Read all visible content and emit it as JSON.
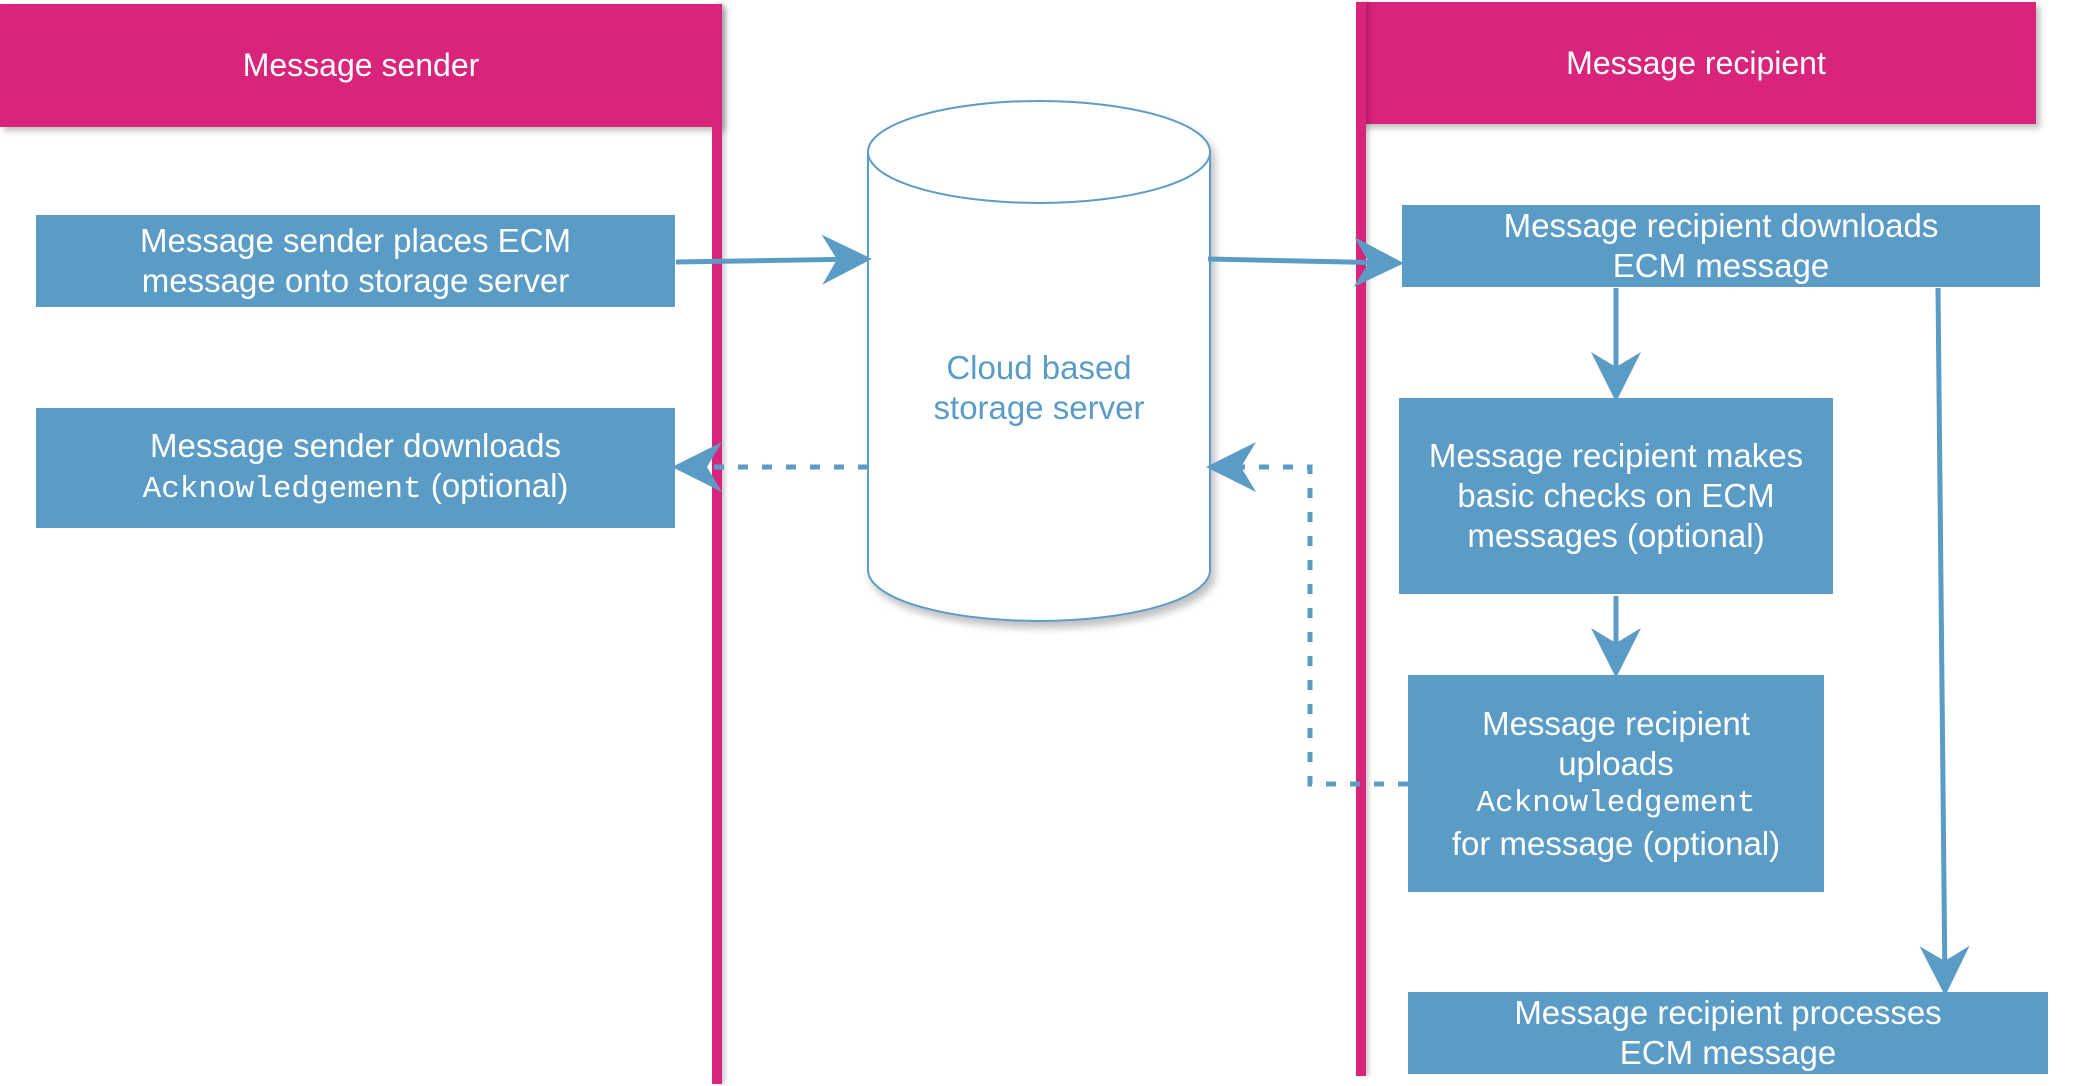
{
  "lanes": {
    "sender_title": "Message sender",
    "recipient_title": "Message recipient"
  },
  "storage": {
    "line1": "Cloud based",
    "line2": "storage server"
  },
  "sender_boxes": {
    "place": {
      "line1": "Message sender places ECM",
      "line2": "message onto storage server"
    },
    "download_ack": {
      "line1": "Message sender downloads",
      "code": "Acknowledgement",
      "suffix": " (optional)"
    }
  },
  "recipient_boxes": {
    "download": {
      "line1": "Message recipient downloads",
      "line2": "ECM message"
    },
    "checks": {
      "line1": "Message recipient makes",
      "line2": "basic checks on ECM",
      "line3": "messages (optional)"
    },
    "upload_ack": {
      "line1": "Message recipient",
      "line2": "uploads",
      "code": "Acknowledgement",
      "line4": "for message (optional)"
    },
    "process": {
      "line1": "Message recipient processes",
      "line2": "ECM message"
    }
  },
  "colors": {
    "lane_accent": "#d8247a",
    "box_fill": "#5b9cc6",
    "arrow": "#5b9cc6"
  }
}
